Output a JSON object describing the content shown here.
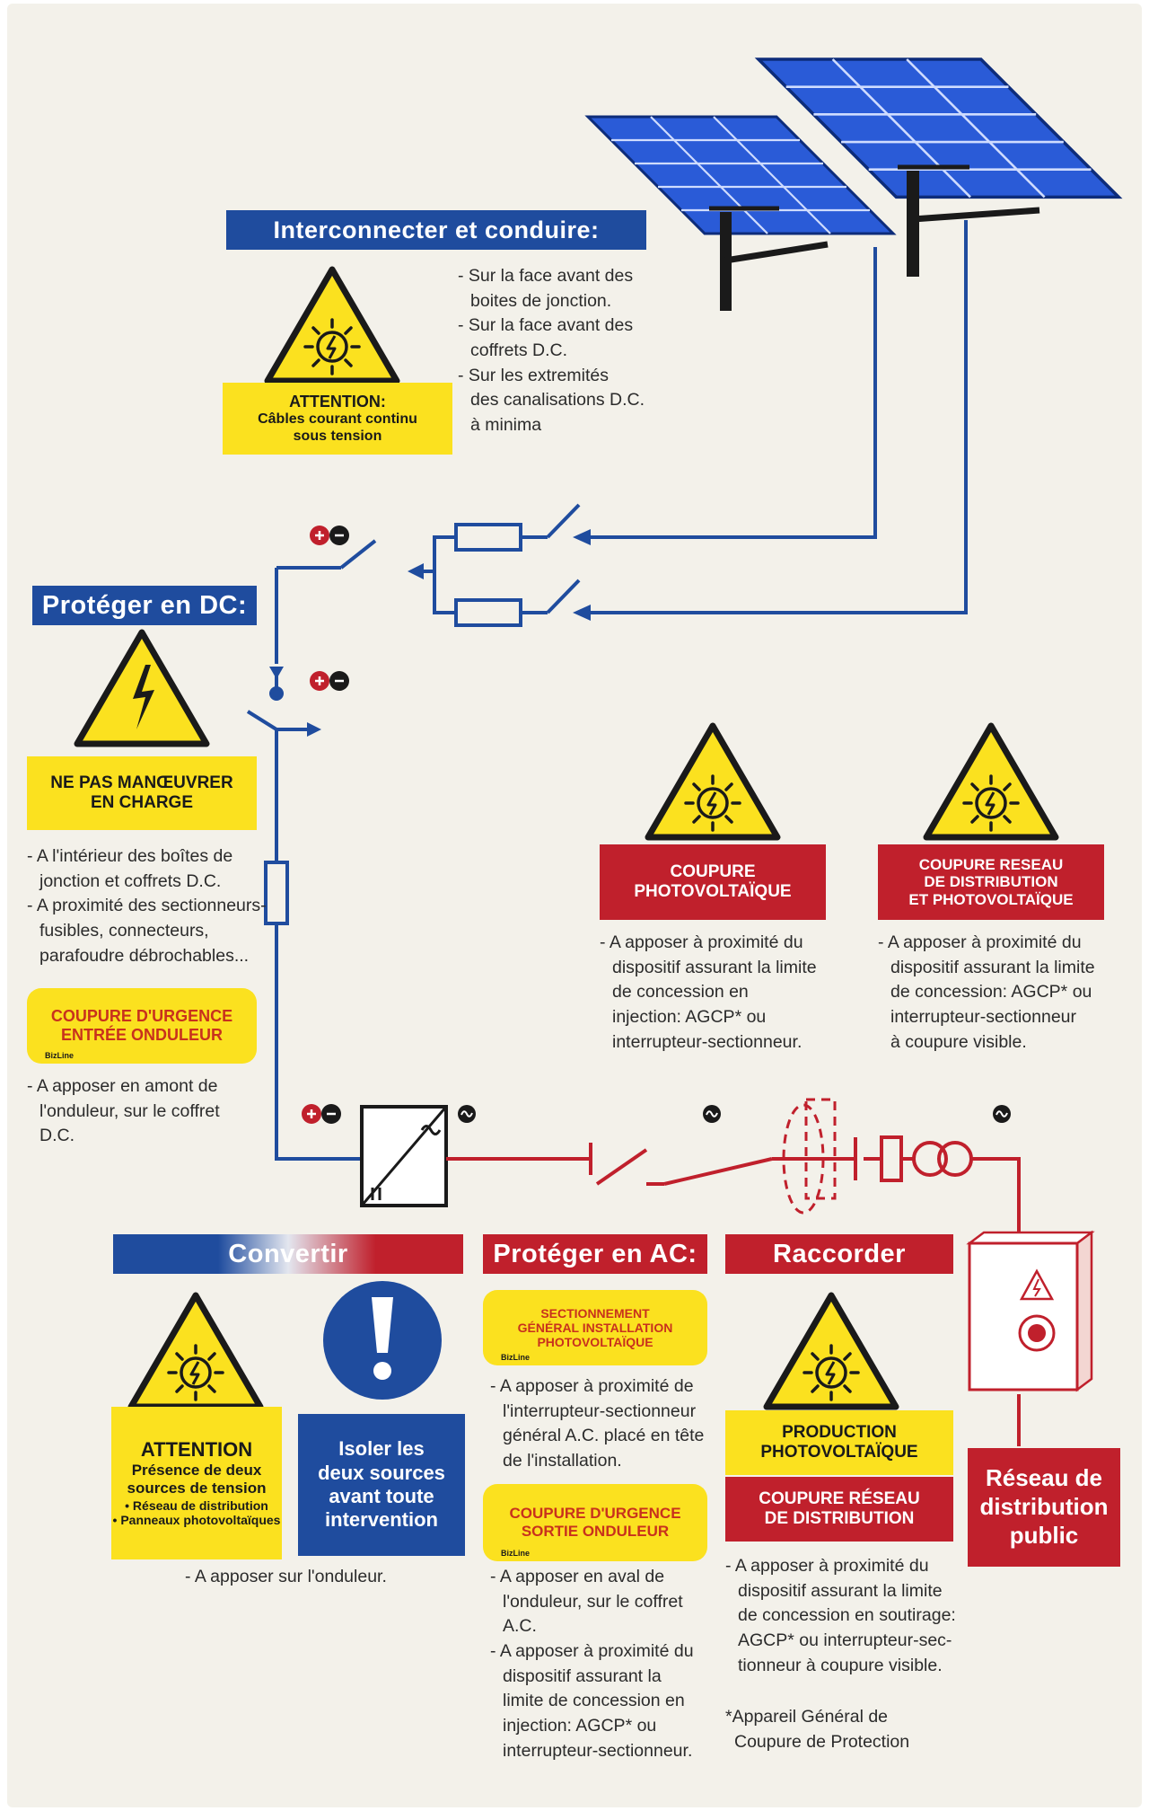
{
  "colors": {
    "blue": "#1f4c9e",
    "red": "#c0202c",
    "yellow": "#fbe11f",
    "black": "#1a1a1a",
    "background": "#f3f1ea"
  },
  "icons": [
    "solar-panel-icon",
    "electric-sun-warning-icon",
    "high-voltage-warning-icon",
    "exclamation-icon",
    "dc-polarity-icon",
    "ac-sine-icon",
    "inverter-icon",
    "distribution-cabinet-icon",
    "transformer-icon"
  ],
  "interconnect": {
    "header": "Interconnecter et conduire:",
    "label": [
      "ATTENTION:",
      "Câbles courant continu",
      "sous tension"
    ],
    "notes": [
      "- Sur la face avant des",
      "boites de jonction.",
      "- Sur la face avant des",
      "coffrets D.C.",
      "- Sur les extremités",
      "des canalisations D.C.",
      "à minima"
    ]
  },
  "protect_dc": {
    "header": "Protéger en DC:",
    "label": [
      "NE PAS MANŒUVRER",
      "EN CHARGE"
    ],
    "notes": [
      "- A l'intérieur des boîtes de",
      "jonction et coffrets D.C.",
      "- A proximité des sectionneurs-",
      "fusibles, connecteurs,",
      "parafoudre débrochables..."
    ],
    "pill": [
      "COUPURE D'URGENCE",
      "ENTRÉE ONDULEUR"
    ],
    "pill_brand": "BizLine",
    "pill_notes": [
      "- A apposer en amont de",
      "l'onduleur, sur le coffret",
      "D.C."
    ]
  },
  "pv_cut": {
    "label": [
      "COUPURE",
      "PHOTOVOLTAÏQUE"
    ],
    "notes": [
      "- A apposer à proximité du",
      "dispositif assurant la limite",
      "de concession en",
      "injection: AGCP* ou",
      "interrupteur-sectionneur."
    ]
  },
  "grid_pv_cut": {
    "label": [
      "COUPURE RESEAU",
      "DE DISTRIBUTION",
      "ET PHOTOVOLTAÏQUE"
    ],
    "notes": [
      "- A apposer à proximité du",
      "dispositif assurant la limite",
      "de concession: AGCP* ou",
      "interrupteur-sectionneur",
      "à coupure visible."
    ]
  },
  "convert": {
    "header": "Convertir",
    "attention": [
      "ATTENTION",
      "Présence de deux",
      "sources de tension",
      "• Réseau de distribution",
      "• Panneaux photovoltaïques"
    ],
    "isolate": [
      "Isoler les",
      "deux sources",
      "avant toute",
      "intervention"
    ],
    "notes": [
      "- A apposer sur l'onduleur."
    ]
  },
  "protect_ac": {
    "header": "Protéger en AC:",
    "pill1": [
      "SECTIONNEMENT",
      "GÉNÉRAL INSTALLATION",
      "PHOTOVOLTAÏQUE"
    ],
    "pill1_brand": "BizLine",
    "notes1": [
      "- A apposer à proximité de",
      "l'interrupteur-sectionneur",
      "général A.C. placé en tête",
      "de l'installation."
    ],
    "pill2": [
      "COUPURE D'URGENCE",
      "SORTIE ONDULEUR"
    ],
    "pill2_brand": "BizLine",
    "notes2": [
      "- A apposer en aval de",
      "l'onduleur, sur le coffret",
      "A.C.",
      "- A apposer à proximité du",
      "dispositif assurant la",
      "limite de concession en",
      "injection: AGCP* ou",
      "interrupteur-sectionneur."
    ]
  },
  "connect": {
    "header": "Raccorder",
    "yellow": [
      "PRODUCTION",
      "PHOTOVOLTAÏQUE"
    ],
    "red": [
      "COUPURE RÉSEAU",
      "DE DISTRIBUTION"
    ],
    "notes": [
      "- A apposer à proximité du",
      "dispositif assurant la limite",
      "de concession en soutirage:",
      "AGCP* ou interrupteur-sec-",
      "tionneur à coupure visible."
    ],
    "footnote": [
      "*Appareil Général de",
      "Coupure de Protection"
    ]
  },
  "public_grid": {
    "label": [
      "Réseau de",
      "distribution",
      "public"
    ]
  }
}
